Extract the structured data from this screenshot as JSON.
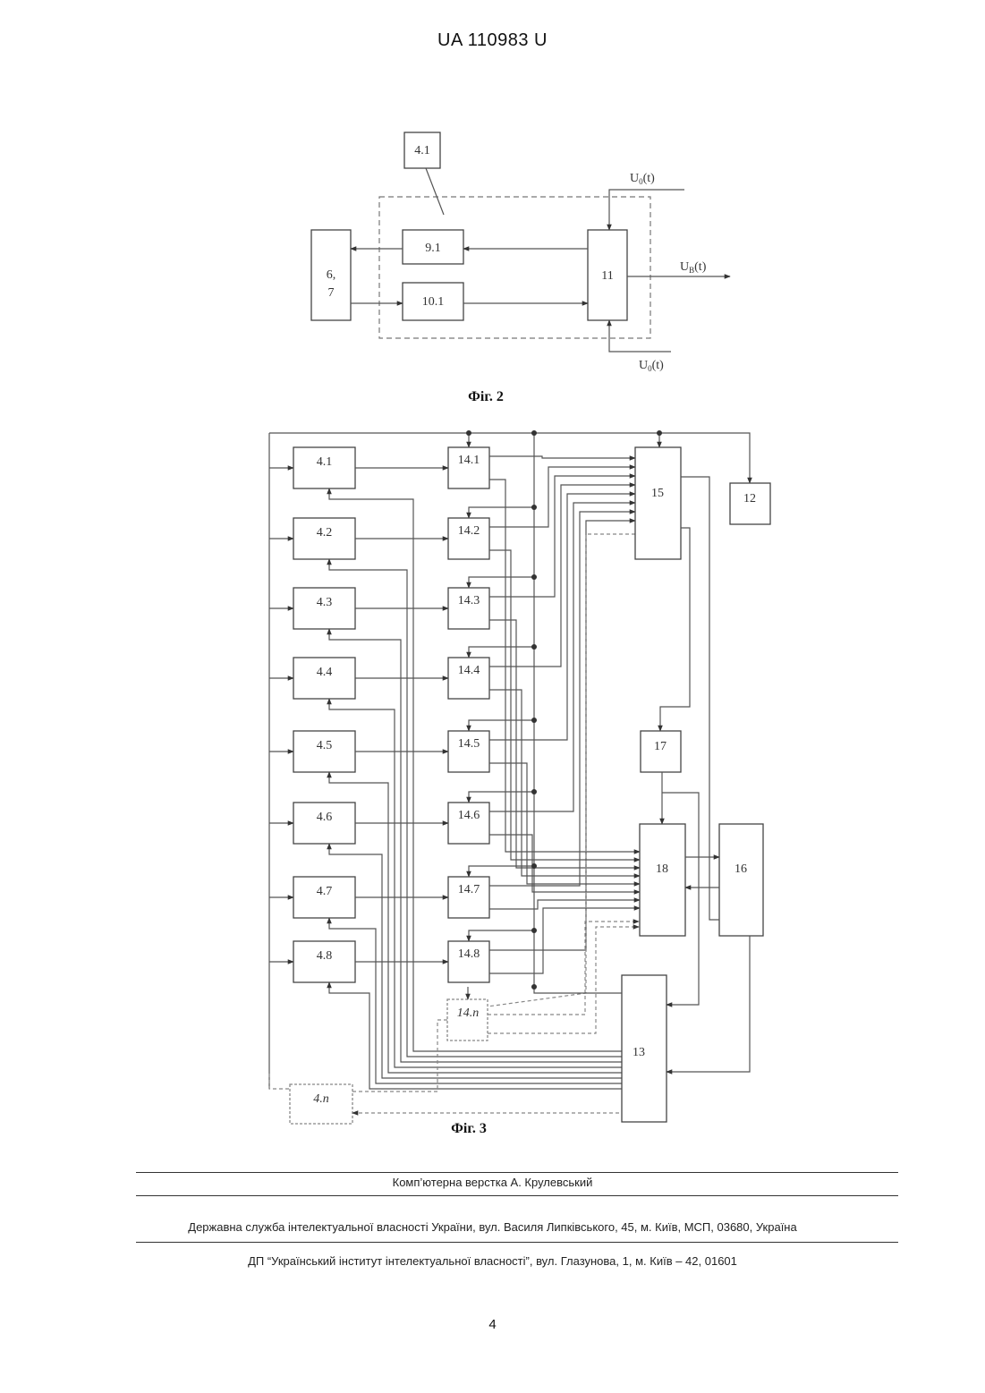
{
  "header": {
    "doc_number": "UA   110983   U"
  },
  "fig2": {
    "caption": "Фіг. 2",
    "blocks": {
      "b41": "4.1",
      "b91": "9.1",
      "b101": "10.1",
      "b67_line1": "6,",
      "b67_line2": "7",
      "b11": "11"
    },
    "signals": {
      "u0_top": "U",
      "u0_top_sub": "0",
      "u0_top_t": "(t)",
      "ub": "U",
      "ub_sub": "B",
      "ub_t": "(t)",
      "u0_bot": "U",
      "u0_bot_sub": "0",
      "u0_bot_t": "(t)"
    }
  },
  "fig3": {
    "caption": "Фіг. 3",
    "left_blocks": [
      "4.1",
      "4.2",
      "4.3",
      "4.4",
      "4.5",
      "4.6",
      "4.7",
      "4.8"
    ],
    "left_block_n": "4.n",
    "mid_blocks": [
      "14.1",
      "14.2",
      "14.3",
      "14.4",
      "14.5",
      "14.6",
      "14.7",
      "14.8"
    ],
    "mid_block_n": "14.n",
    "blocks": {
      "b12": "12",
      "b13": "13",
      "b15": "15",
      "b16": "16",
      "b17": "17",
      "b18": "18"
    }
  },
  "footer": {
    "typesetting": "Комп’ютерна верстка А. Крулевський",
    "agency": "Державна служба інтелектуальної власності України, вул. Василя Липківського, 45, м. Київ, МСП, 03680, Україна",
    "institute": "ДП “Український інститут інтелектуальної власності”, вул. Глазунова, 1, м. Київ – 42, 01601"
  },
  "page_number": "4"
}
